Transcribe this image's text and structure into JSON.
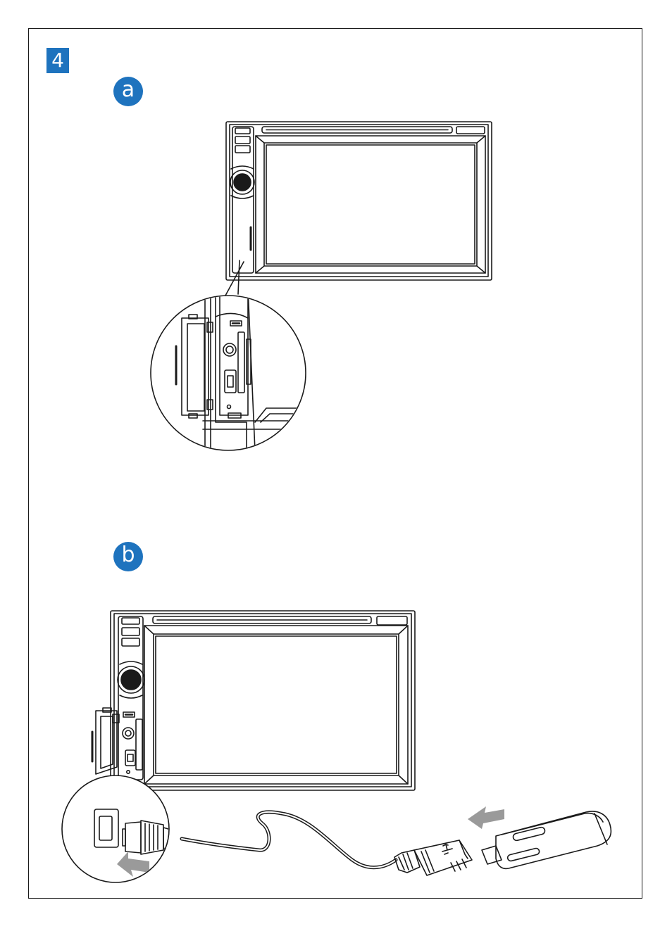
{
  "step": {
    "number": "4"
  },
  "sections": [
    {
      "label": "a"
    },
    {
      "label": "b"
    }
  ],
  "colors": {
    "accent": "#1e73be",
    "line": "#1a1a1a",
    "arrow": "#9a9a9a"
  },
  "icons": [
    "usb-symbol-icon",
    "insert-arrow-icon"
  ]
}
